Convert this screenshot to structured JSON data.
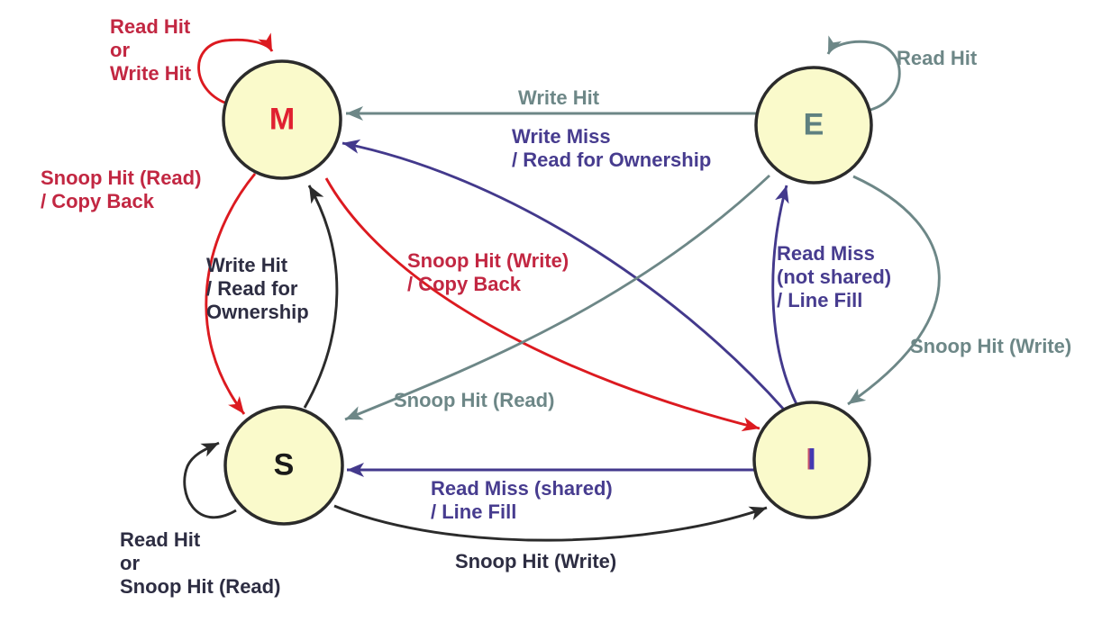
{
  "diagram_type": "state-machine",
  "protocol": "MESI cache coherence",
  "colors": {
    "state-fill": "#FAFACB",
    "state-stroke": "#2b2b2b",
    "red": "#dc1a20",
    "gray": "#6d8787",
    "purple": "#43398c",
    "dark-edge": "#2b2b2b",
    "crimson-label": "#c22742",
    "gray-label": "#6d8787",
    "purple-label": "#473c8f",
    "dark-label": "#2d2d42",
    "m-letter": "#e02030",
    "e-letter": "#5e8080",
    "s-letter": "#1a1a1a",
    "i-letter": "#4339b2"
  },
  "states": {
    "modified": {
      "label": "M"
    },
    "exclusive": {
      "label": "E"
    },
    "shared": {
      "label": "S"
    },
    "invalid": {
      "label": "I"
    }
  },
  "transitions": {
    "m_self": {
      "from": "M",
      "to": "M",
      "lines": [
        "Read Hit",
        "or",
        "Write Hit"
      ]
    },
    "e_self": {
      "from": "E",
      "to": "E",
      "lines": [
        "Read Hit"
      ]
    },
    "e_to_m": {
      "from": "E",
      "to": "M",
      "lines": [
        "Write Hit"
      ]
    },
    "i_to_m": {
      "from": "I",
      "to": "M",
      "lines": [
        "Write Miss",
        "/ Read for Ownership"
      ]
    },
    "m_to_s": {
      "from": "M",
      "to": "S",
      "lines": [
        "Snoop Hit (Read)",
        "/ Copy Back"
      ]
    },
    "s_to_m": {
      "from": "S",
      "to": "M",
      "lines": [
        "Write Hit",
        "/ Read for",
        "Ownership"
      ]
    },
    "m_to_i": {
      "from": "M",
      "to": "I",
      "lines": [
        "Snoop Hit (Write)",
        "/ Copy Back"
      ]
    },
    "i_to_e": {
      "from": "I",
      "to": "E",
      "lines": [
        "Read Miss",
        "(not shared)",
        "/ Line Fill"
      ]
    },
    "e_to_i": {
      "from": "E",
      "to": "I",
      "lines": [
        "Snoop Hit (Write)"
      ]
    },
    "e_to_s": {
      "from": "E",
      "to": "S",
      "lines": [
        "Snoop Hit (Read)"
      ]
    },
    "i_to_s": {
      "from": "I",
      "to": "S",
      "lines": [
        "Read Miss (shared)",
        "/ Line Fill"
      ]
    },
    "s_to_i": {
      "from": "S",
      "to": "I",
      "lines": [
        "Snoop Hit (Write)"
      ]
    },
    "s_self": {
      "from": "S",
      "to": "S",
      "lines": [
        "Read Hit",
        "or",
        "Snoop Hit (Read)"
      ]
    }
  }
}
